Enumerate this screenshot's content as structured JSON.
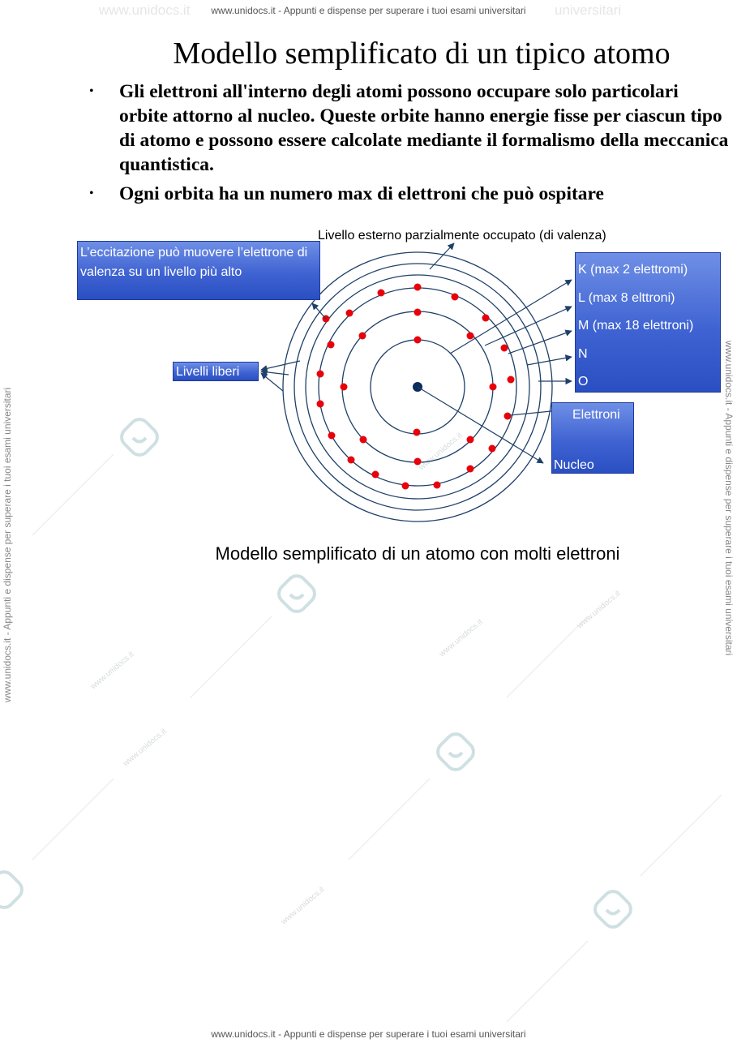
{
  "watermark": {
    "header": "www.unidocs.it - Appunti e dispense per superare i tuoi esami universitari",
    "footer": "www.unidocs.it - Appunti e dispense per superare i tuoi esami universitari",
    "side": "www.unidocs.it - Appunti e dispense per superare i tuoi esami universitari",
    "ghost_left": "www.unidocs.it",
    "ghost_right": "universitari"
  },
  "slide": {
    "title": "Modello semplificato di un tipico atomo",
    "bullet_marker": "•",
    "bullets": [
      "Gli elettroni all'interno degli atomi possono occupare solo particolari  orbite attorno al nucleo. Queste orbite hanno energie fisse per ciascun  tipo di atomo e possono essere calcolate mediante il formalismo della  meccanica  quantistica.",
      "Ogni orbita ha un numero max di elettroni che può ospitare"
    ]
  },
  "diagram": {
    "valence_label": "Livello esterno parzialmente occupato (di valenza)",
    "excitation_box": "L’eccitazione può muovere l’elettrone di valenza su un livello più alto",
    "free_levels": "Livelli liberi",
    "shells": [
      "K (max 2 elettromi)",
      "L (max 8 elttroni)",
      "M (max 18 elettroni)",
      "N",
      "O"
    ],
    "electrons_label": "Elettroni",
    "nucleus_label": "Nucleo",
    "colors": {
      "orbit": "#1f4068",
      "electron": "#e8000b",
      "nucleus": "#0b2d5c",
      "box": "#3f63d2"
    }
  },
  "caption": "Modello semplificato di un atomo con molti elettroni"
}
